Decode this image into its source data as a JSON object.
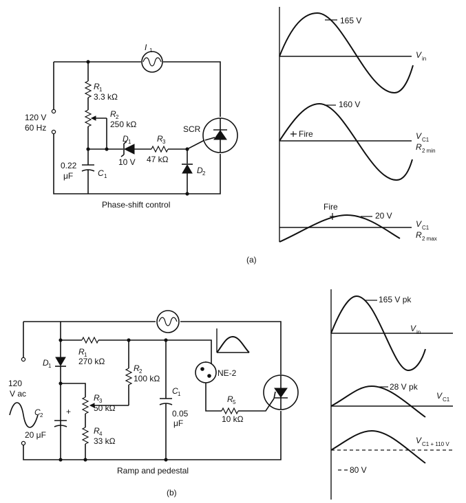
{
  "circuit_a": {
    "lamp": {
      "label": "I",
      "sub": "1"
    },
    "source": {
      "voltage": "120 V",
      "frequency": "60 Hz"
    },
    "r1": {
      "name": "R",
      "sub": "1",
      "value": "3.3 kΩ"
    },
    "r2": {
      "name": "R",
      "sub": "2",
      "value": "250 kΩ"
    },
    "d1": {
      "name": "D",
      "sub": "1",
      "value": "10 V"
    },
    "r3": {
      "name": "R",
      "sub": "3",
      "value": "47 kΩ"
    },
    "scr": "SCR",
    "c1": {
      "value_top": "0.22",
      "value_bottom": "μF",
      "name": "C",
      "sub": "1"
    },
    "d2": {
      "name": "D",
      "sub": "2"
    },
    "caption": "Phase-shift control"
  },
  "waveforms_a": {
    "vin": {
      "peak": "165 V",
      "label": "V",
      "sub": "in"
    },
    "vc1_min": {
      "peak": "160 V",
      "fire": "Fire",
      "label": "V",
      "sub": "C1",
      "r_label": "R",
      "r_sub": "2 min"
    },
    "vc1_max": {
      "fire": "Fire",
      "peak": "20 V",
      "label": "V",
      "sub": "C1",
      "r_label": "R",
      "r_sub": "2 max"
    }
  },
  "label_a": "(a)",
  "circuit_b": {
    "source": {
      "voltage": "120",
      "unit": "V ac"
    },
    "d1": {
      "name": "D",
      "sub": "1"
    },
    "r1": {
      "name": "R",
      "sub": "1",
      "value": "270 kΩ"
    },
    "r2": {
      "name": "R",
      "sub": "2",
      "value": "100 kΩ"
    },
    "c1": {
      "name": "C",
      "sub": "1",
      "value_top": "0.05",
      "value_bottom": "μF"
    },
    "ne2": "NE-2",
    "r3": {
      "name": "R",
      "sub": "3",
      "value": "50 kΩ"
    },
    "c2": {
      "name": "C",
      "sub": "2",
      "plus": "+",
      "value": "20 μF"
    },
    "r4": {
      "name": "R",
      "sub": "4",
      "value": "33 kΩ"
    },
    "r5": {
      "name": "R",
      "sub": "5",
      "value": "10 kΩ"
    },
    "caption": "Ramp and pedestal"
  },
  "waveforms_b": {
    "vin": {
      "peak": "165 V pk",
      "label": "V",
      "sub": "in"
    },
    "vc1": {
      "peak": "28 V pk",
      "label": "V",
      "sub": "C1"
    },
    "vc1_offset": {
      "label": "V",
      "sub": "C1 + 110 V",
      "level": "80 V"
    }
  },
  "label_b": "(b)"
}
